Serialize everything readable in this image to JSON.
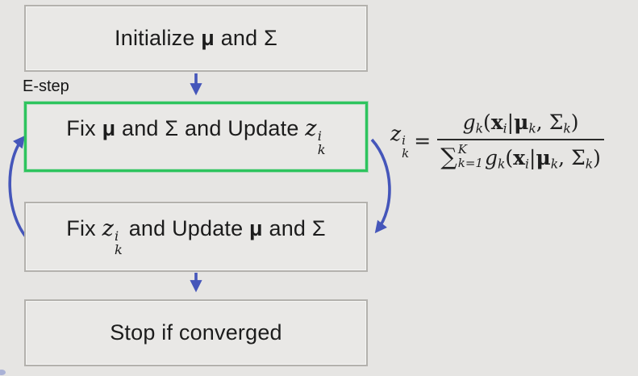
{
  "colors": {
    "background": "#e6e5e3",
    "box_border": "#b3b1ad",
    "green_border": "#2ec45e",
    "arrow_blue": "#4556ba",
    "text": "#1c1c1c"
  },
  "e_step_label": "E-step",
  "boxes": {
    "initialize": {
      "seg1": "Initialize ",
      "mu": "μ",
      "seg2": " and Σ"
    },
    "estep": {
      "seg1": "Fix ",
      "mu": "μ",
      "seg2": " and Σ and Update ",
      "z": "z",
      "z_sup": "i",
      "z_sub": "k"
    },
    "mstep": {
      "seg1": "Fix ",
      "z": "z",
      "z_sup": "i",
      "z_sub": "k",
      "seg2": " and Update ",
      "mu": "μ",
      "seg3": " and Σ"
    },
    "stop": {
      "label": "Stop if converged"
    }
  },
  "formula": {
    "lhs": {
      "z": "z",
      "sup": "i",
      "sub": "k"
    },
    "equals": "=",
    "numerator": {
      "g": "g",
      "g_sub": "k",
      "open": "(",
      "x": "x",
      "x_sub": "i",
      "bar": "|",
      "mu": "μ",
      "mu_sub": "k",
      "comma": ", ",
      "sigma": "Σ",
      "sigma_sub": "k",
      "close": ")"
    },
    "denominator": {
      "sum": "∑",
      "sum_sup": "K",
      "sum_sub": "k=1",
      "g": "g",
      "g_sub": "k",
      "open": "(",
      "x": "x",
      "x_sub": "i",
      "bar": "|",
      "mu": "μ",
      "mu_sub": "k",
      "comma": ", ",
      "sigma": "Σ",
      "sigma_sub": "k",
      "close": ")"
    }
  }
}
